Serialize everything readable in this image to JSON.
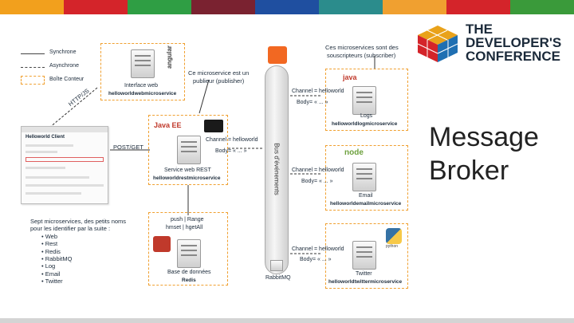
{
  "colors": {
    "stripe": [
      "#f2a01d",
      "#d4242a",
      "#2f9e44",
      "#7a2230",
      "#1f4fa0",
      "#2b8c8c",
      "#f0a030",
      "#d4242a",
      "#3a9a3a"
    ],
    "box_border": "#f0a030",
    "text": "#1b2a3a",
    "java_red": "#c0392b",
    "node_green": "#6ea13e"
  },
  "legend": {
    "sync": "Synchrone",
    "async": "Asynchrone",
    "container": "Boîte Conteur"
  },
  "logo": {
    "line1": "THE",
    "line2": "DEVELOPER'S",
    "line3": "CONFERENCE"
  },
  "slide": {
    "title_line1": "Message",
    "title_line2": "Broker"
  },
  "nodes": {
    "web_label": "Interface web",
    "web_service": "helloworldwebmicroservice",
    "rest_label": "Service web REST",
    "rest_service": "helloworldrestmicroservice",
    "db_label": "Base de données",
    "db_service": "Redis",
    "logs_label": "Logs",
    "logs_service": "helloworldlogmicroservice",
    "email_label": "Email",
    "email_service": "helloworldemailmicroservice",
    "twitter_label": "Twitter",
    "twitter_service": "helloworldtwittermicroservice",
    "bus_label": "Bus d'événements",
    "bus_name": "RabbitMQ"
  },
  "icons": {
    "java": "java",
    "javaee": "Java EE",
    "node": "node",
    "python": "python",
    "angular": "angular"
  },
  "annotations": {
    "publisher": [
      "Ce microservice est un",
      "publieur (publisher)"
    ],
    "subscribers": [
      "Ces microservices sont des",
      "souscripteurs (subscriber)"
    ],
    "http": "HTTP/JS",
    "post": "POST/GET",
    "push": [
      "push | Range",
      "hmset | hgetAll"
    ],
    "summary_head": [
      "Sept microservices, des petits noms",
      "pour les identifier par la suite :"
    ],
    "summary_items": [
      "Web",
      "Rest",
      "Redis",
      "RabbitMQ",
      "Log",
      "Email",
      "Twitter"
    ]
  },
  "messages": {
    "channel": "Channel = helloworld",
    "body": "Body= « ... »"
  },
  "mock": {
    "title": "Helloworld Client"
  }
}
